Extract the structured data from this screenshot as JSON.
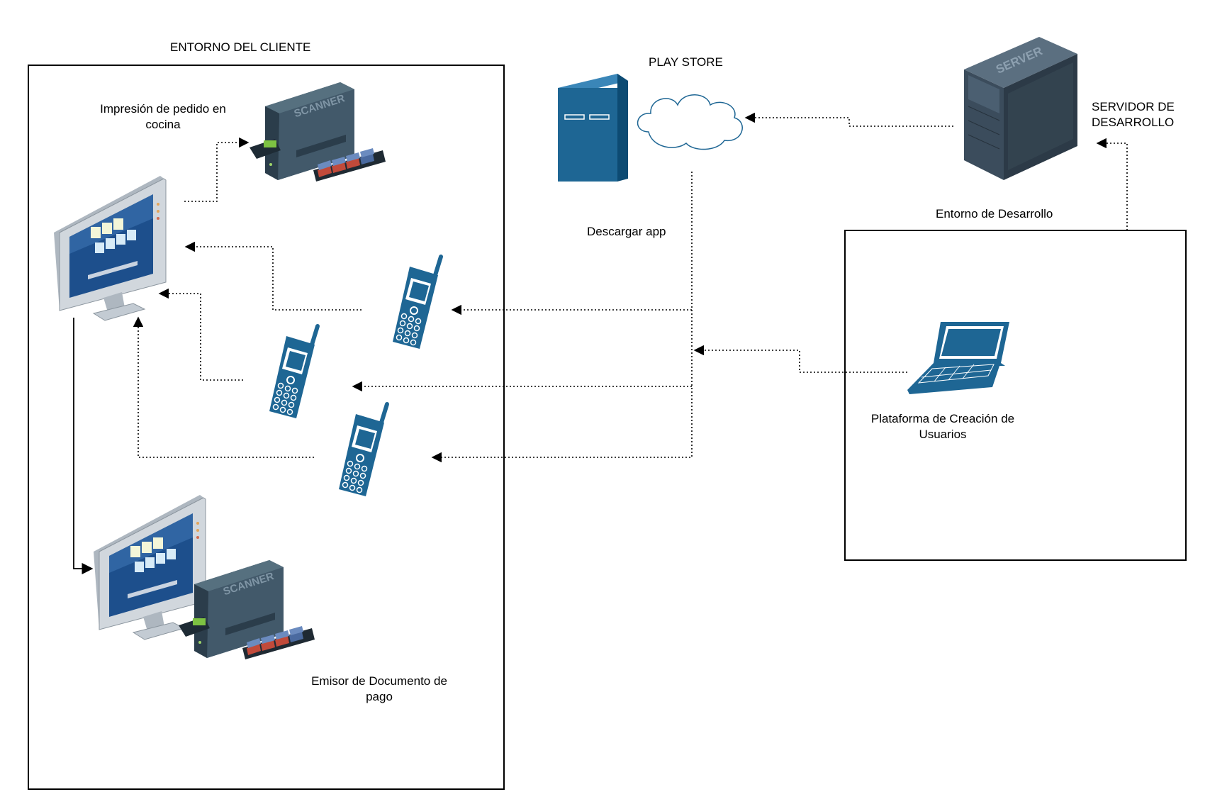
{
  "labels": {
    "client_env": "ENTORNO DEL CLIENTE",
    "kitchen_print_l1": "Impresión de pedido en",
    "kitchen_print_l2": "cocina",
    "play_store": "PLAY STORE",
    "download_app": "Descargar app",
    "dev_server_l1": "SERVIDOR DE",
    "dev_server_l2": "DESARROLLO",
    "dev_env": "Entorno de Desarrollo",
    "platform_l1": "Plataforma de Creación de",
    "platform_l2": "Usuarios",
    "payment_doc_l1": "Emisor de Documento de",
    "payment_doc_l2": "pago",
    "scanner_text": "SCANNER",
    "server_text": "SERVER"
  },
  "colors": {
    "device_blue": "#1e6694",
    "server_dark": "#3b4c5c",
    "scanner_body": "#42596a",
    "monitor_frame": "#bcc4cc",
    "screen_blue": "#1d4f8c",
    "line": "#000000"
  },
  "icons": [
    "monitor-icon",
    "scanner-printer-icon",
    "mobile-phone-icon",
    "tower-server-icon",
    "cloud-icon",
    "server-tower-icon",
    "laptop-icon"
  ]
}
